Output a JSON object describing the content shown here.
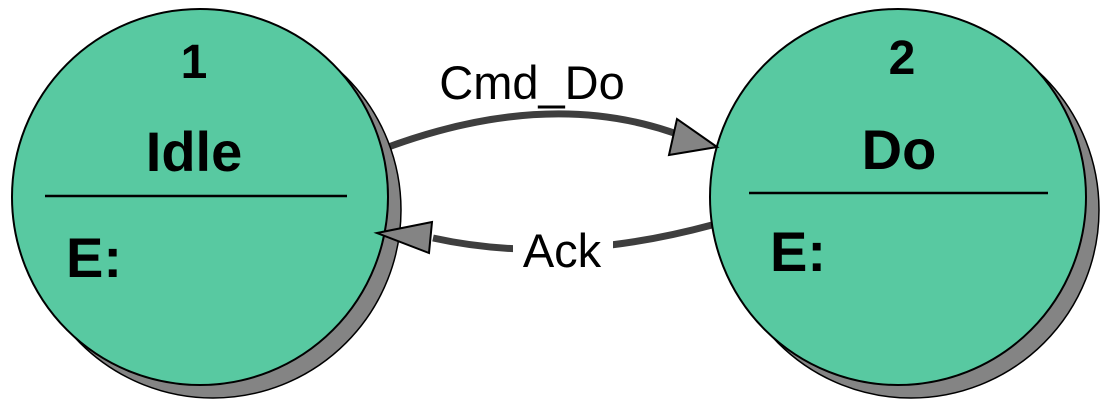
{
  "diagram": {
    "type": "state-machine",
    "states": [
      {
        "number": "1",
        "name": "Idle",
        "entry": "E:"
      },
      {
        "number": "2",
        "name": "Do",
        "entry": "E:"
      }
    ],
    "transitions": [
      {
        "label": "Cmd_Do",
        "from": "1",
        "to": "2",
        "direction": "left-to-right"
      },
      {
        "label": "Ack",
        "from": "2",
        "to": "1",
        "direction": "right-to-left"
      }
    ],
    "colors": {
      "state_fill": "#58c9a1",
      "state_border": "#000000",
      "shadow_fill": "#848484",
      "transition_line": "#3e3e3e",
      "arrowhead_fill": "#848484",
      "text": "#000000",
      "background": "#ffffff"
    }
  }
}
